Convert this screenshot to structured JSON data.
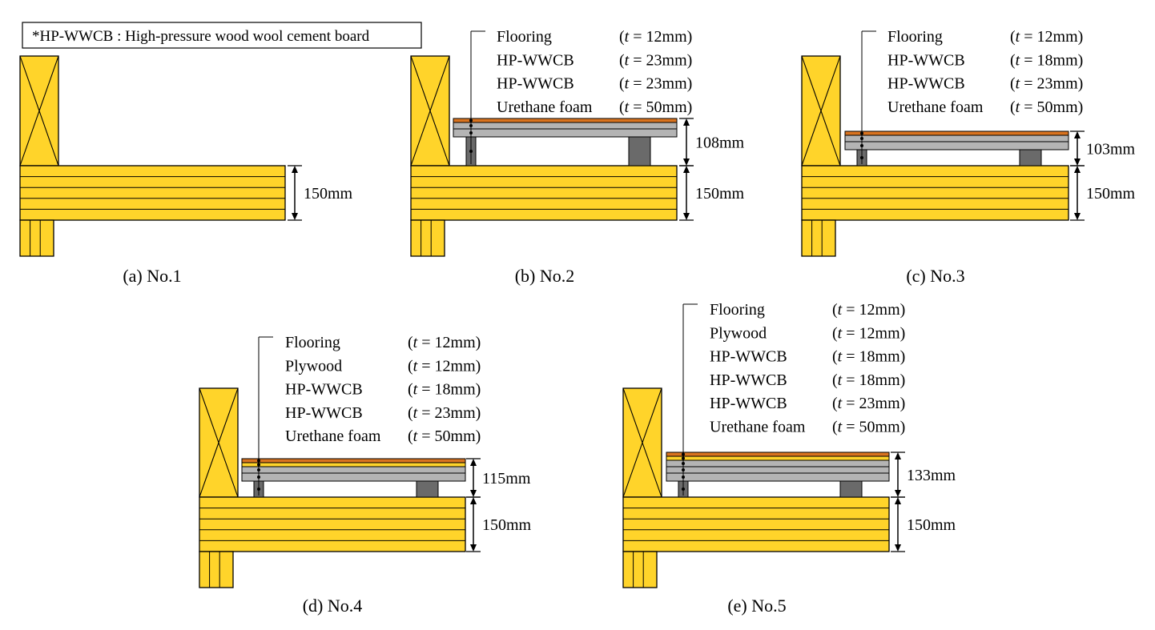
{
  "note": "*HP-WWCB : High-pressure wood wool cement board",
  "colors": {
    "timber": "#FFD42A",
    "flooring": "#D9731F",
    "board": "#B4B4B4",
    "support": "#6A6A6A",
    "line": "#000000"
  },
  "panels": [
    {
      "caption": "(a) No.1",
      "slab_label": "150mm",
      "total_label": "",
      "layers": []
    },
    {
      "caption": "(b) No.2",
      "slab_label": "150mm",
      "total_label": "108mm",
      "layers": [
        {
          "name": "Flooring",
          "thk": "12mm"
        },
        {
          "name": "HP-WWCB",
          "thk": "23mm"
        },
        {
          "name": "HP-WWCB",
          "thk": "23mm"
        },
        {
          "name": "Urethane foam",
          "thk": "50mm"
        }
      ]
    },
    {
      "caption": "(c) No.3",
      "slab_label": "150mm",
      "total_label": "103mm",
      "layers": [
        {
          "name": "Flooring",
          "thk": "12mm"
        },
        {
          "name": "HP-WWCB",
          "thk": "18mm"
        },
        {
          "name": "HP-WWCB",
          "thk": "23mm"
        },
        {
          "name": "Urethane foam",
          "thk": "50mm"
        }
      ]
    },
    {
      "caption": "(d) No.4",
      "slab_label": "150mm",
      "total_label": "115mm",
      "layers": [
        {
          "name": "Flooring",
          "thk": "12mm"
        },
        {
          "name": "Plywood",
          "thk": "12mm"
        },
        {
          "name": "HP-WWCB",
          "thk": "18mm"
        },
        {
          "name": "HP-WWCB",
          "thk": "23mm"
        },
        {
          "name": "Urethane foam",
          "thk": "50mm"
        }
      ]
    },
    {
      "caption": "(e) No.5",
      "slab_label": "150mm",
      "total_label": "133mm",
      "layers": [
        {
          "name": "Flooring",
          "thk": "12mm"
        },
        {
          "name": "Plywood",
          "thk": "12mm"
        },
        {
          "name": "HP-WWCB",
          "thk": "18mm"
        },
        {
          "name": "HP-WWCB",
          "thk": "18mm"
        },
        {
          "name": "HP-WWCB",
          "thk": "23mm"
        },
        {
          "name": "Urethane foam",
          "thk": "50mm"
        }
      ]
    }
  ]
}
